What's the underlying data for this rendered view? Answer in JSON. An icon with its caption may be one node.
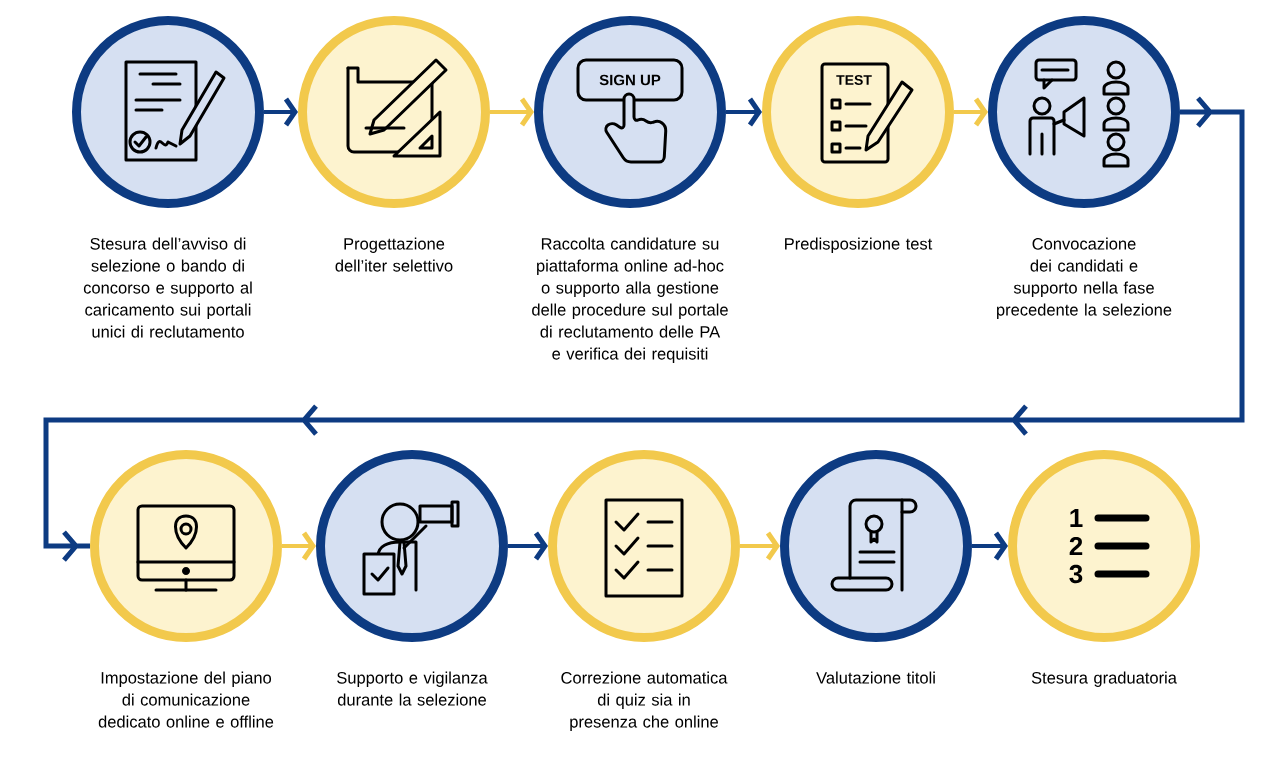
{
  "diagram": {
    "nodes": [
      {
        "text": [
          "Stesura dell’avviso di selezione o bando di concorso e supporto al caricamento sui portali unici di reclutamento"
        ]
      },
      {
        "text": [
          "Progettazione dell’iter selettivo"
        ]
      },
      {
        "text": [
          "Raccolta candidature su piattaforma online ad-hoc o supporto alla gestione delle procedure sul portale di reclutamento delle PA e verifica dei requisiti"
        ]
      },
      {
        "text": [
          "Predisposizione test"
        ]
      },
      {
        "text": [
          "Convocazione dei candidati e supporto nella fase precedente la selezione"
        ]
      },
      {
        "text": [
          "Impostazione del piano di comunicazione dedicato online e offline"
        ]
      },
      {
        "text": [
          "Supporto e vigilanza durante la selezione"
        ]
      },
      {
        "text": [
          "Correzione automatica di quiz sia in presenza che online"
        ]
      },
      {
        "text": [
          "Valutazione titoli"
        ]
      },
      {
        "text": [
          "Stesura graduatoria"
        ]
      }
    ],
    "edges": [
      {
        "from": 0,
        "to": 1,
        "arrow": "to"
      },
      {
        "from": 1,
        "to": 2,
        "arrow": "to",
        "color": "#f2c94c"
      },
      {
        "from": 2,
        "to": 3,
        "arrow": "to"
      },
      {
        "from": 3,
        "to": 4,
        "arrow": "to",
        "color": "#f2c94c"
      },
      {
        "from": 4,
        "to": 5,
        "arrow": "to"
      },
      {
        "from": 5,
        "to": 6,
        "arrow": "to",
        "color": "#f2c94c"
      },
      {
        "from": 6,
        "to": 7,
        "arrow": "to"
      },
      {
        "from": 7,
        "to": 8,
        "arrow": "to",
        "color": "#f2c94c"
      },
      {
        "from": 8,
        "to": 9,
        "arrow": "to"
      }
    ],
    "labels": [
      "SIGN UP",
      "TEST",
      "1",
      "2",
      "3"
    ]
  }
}
